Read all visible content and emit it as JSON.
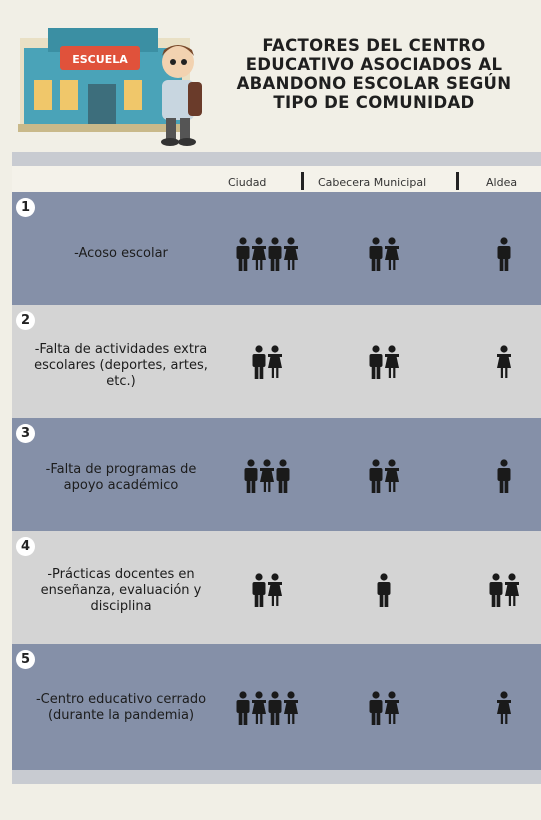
{
  "header": {
    "title_lines": [
      "FACTORES DEL CENTRO",
      "EDUCATIVO ASOCIADOS AL",
      "ABANDONO ESCOLAR SEGÚN",
      "TIPO DE COMUNIDAD"
    ],
    "school_sign": "ESCUELA"
  },
  "columns": [
    "Ciudad",
    "Cabecera Municipal",
    "Aldea"
  ],
  "colors": {
    "row_dark": "#8590a8",
    "row_light": "#d4d4d4",
    "figure": "#1a1a1a",
    "building": "#4aa3b8",
    "sign": "#e0523b"
  },
  "factors": [
    {
      "number": "1",
      "label": "-Acoso escolar",
      "counts": [
        4,
        2,
        1
      ]
    },
    {
      "number": "2",
      "label": "-Falta de actividades extra escolares (deportes, artes, etc.)",
      "counts": [
        2,
        2,
        1
      ]
    },
    {
      "number": "3",
      "label": "-Falta de programas de apoyo académico",
      "counts": [
        3,
        2,
        1
      ]
    },
    {
      "number": "4",
      "label": "-Prácticas docentes en enseñanza, evaluación y disciplina",
      "counts": [
        2,
        1,
        2
      ]
    },
    {
      "number": "5",
      "label": "-Centro educativo cerrado (durante la pandemia)",
      "counts": [
        4,
        2,
        1
      ]
    }
  ]
}
